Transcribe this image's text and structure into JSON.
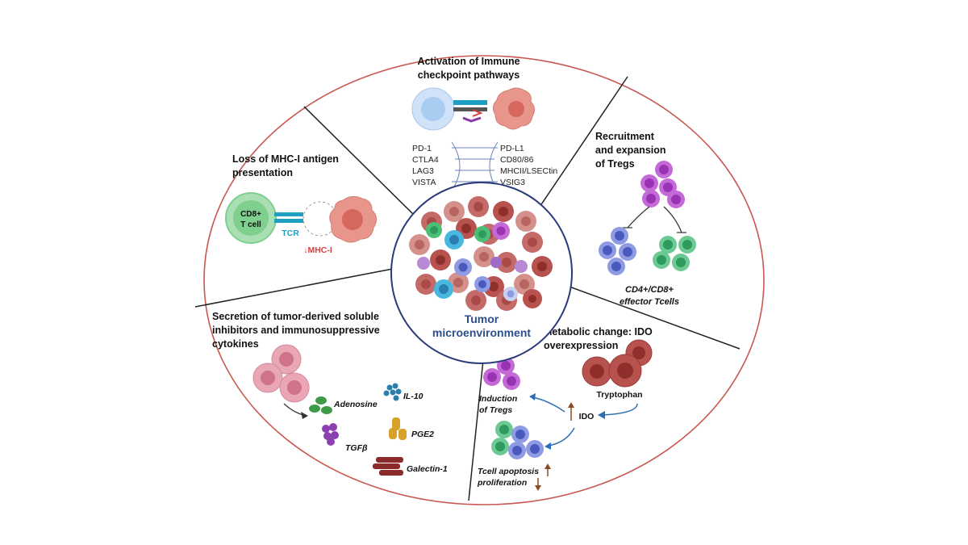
{
  "center": {
    "line1": "Tumor",
    "line2": "microenvironment"
  },
  "sections": {
    "checkpoint": {
      "title_line1": "Activation of Immune",
      "title_line2": "checkpoint pathways",
      "left_pairs": [
        "PD-1",
        "CTLA4",
        "LAG3",
        "VISTA"
      ],
      "right_pairs": [
        "PD-L1",
        "CD80/86",
        "MHCII/LSECtin",
        "VSIG3"
      ]
    },
    "mhc": {
      "title_line1": "Loss of MHC-I antigen",
      "title_line2": "presentation",
      "cd8_line1": "CD8+",
      "cd8_line2": "T cell",
      "tcr": "TCR",
      "mhc_label": "↓MHC-I"
    },
    "tregs": {
      "title_line1": "Recruitment",
      "title_line2": "and expansion",
      "title_line3": "of Tregs",
      "effector_line1": "CD4+/CD8+",
      "effector_line2": "effector Tcells"
    },
    "secretion": {
      "title_line1": "Secretion of tumor-derived soluble",
      "title_line2": "inhibitors and immunosuppressive",
      "title_line3": "cytokines",
      "adenosine": "Adenosine",
      "il10": "IL-10",
      "tgfb": "TGFβ",
      "pge2": "PGE2",
      "galectin": "Galectin-1"
    },
    "metabolic": {
      "title_line1": "Metabolic change: IDO",
      "title_line2": "overexpression",
      "tryptophan": "Tryptophan",
      "ido": "IDO",
      "induction_line1": "Induction",
      "induction_line2": "of Tregs",
      "apoptosis": "Tcell apoptosis",
      "proliferation": "proliferation"
    }
  },
  "colors": {
    "outer_ellipse": "#c9574f",
    "center_border": "#2a3a7a",
    "center_text": "#2b4f8e",
    "tumor_cell": "#c46a68",
    "treg": "#b24ac9",
    "effector_blue": "#6a7bd6",
    "effector_green": "#48b07a",
    "cd8": "#7fcf8e",
    "tcr": "#1f9fbf",
    "mhc_red": "#d64040",
    "arrow_blue": "#2a6fb5",
    "arrow_brown": "#8a4a22"
  }
}
